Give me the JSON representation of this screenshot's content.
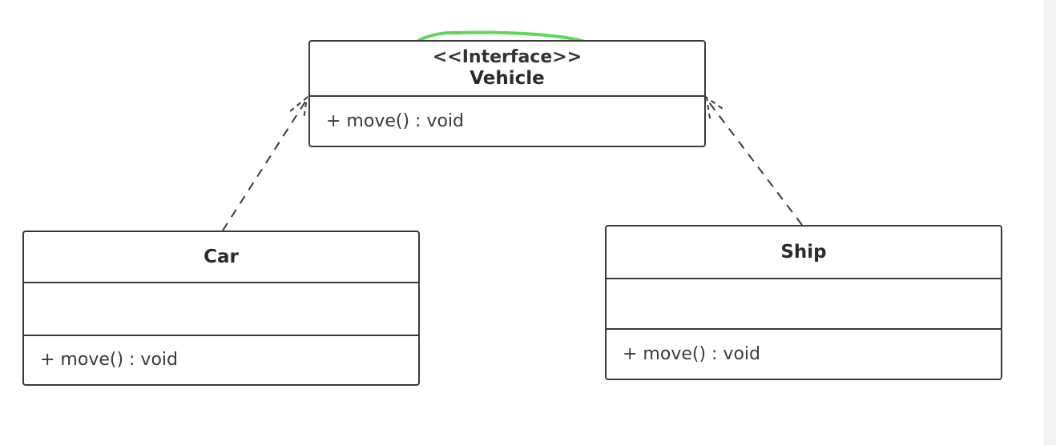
{
  "diagram": {
    "interface": {
      "stereotype": "<<Interface>>",
      "name": "Vehicle",
      "operations": [
        "+ move() : void"
      ]
    },
    "classes": [
      {
        "name": "Car",
        "attributes": [],
        "operations": [
          "+ move() : void"
        ]
      },
      {
        "name": "Ship",
        "attributes": [],
        "operations": [
          "+ move() : void"
        ]
      }
    ],
    "relations": [
      {
        "from": "Car",
        "to": "Vehicle",
        "type": "realization"
      },
      {
        "from": "Ship",
        "to": "Vehicle",
        "type": "realization"
      }
    ],
    "highlight": {
      "target": "stereotype",
      "color": "#5fd855"
    },
    "colors": {
      "line": "#3a3a3a",
      "background": "#ffffff"
    }
  }
}
